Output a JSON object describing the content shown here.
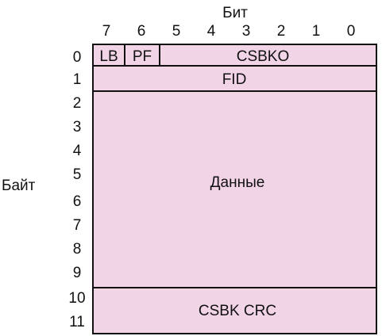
{
  "header": {
    "title": "Бит",
    "bits": [
      "7",
      "6",
      "5",
      "4",
      "3",
      "2",
      "1",
      "0"
    ]
  },
  "side_label": "Байт",
  "bytes": [
    "0",
    "1",
    "2",
    "3",
    "4",
    "5",
    "6",
    "7",
    "8",
    "9",
    "10",
    "11"
  ],
  "fields": {
    "lb": "LB",
    "pf": "PF",
    "csbko": "CSBKO",
    "fid": "FID",
    "data": "Данные",
    "crc": "CSBK CRC"
  },
  "colors": {
    "fill": "#f2d4e7",
    "stroke": "#111111"
  }
}
